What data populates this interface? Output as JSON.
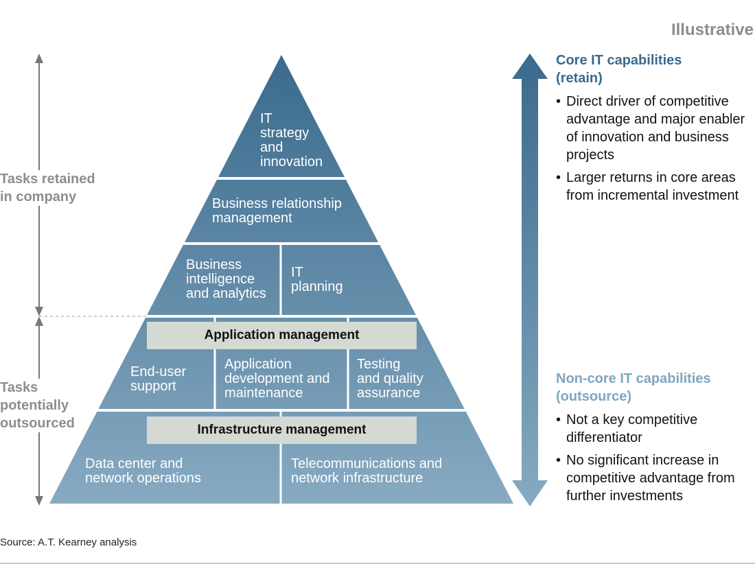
{
  "tag": "Illustrative",
  "side_labels": {
    "retained": [
      "Tasks retained",
      "in company"
    ],
    "outsourced": [
      "Tasks",
      "potentially",
      "outsourced"
    ]
  },
  "pyramid": {
    "tier1": [
      "IT",
      "strategy",
      "and",
      "innovation"
    ],
    "tier2": [
      "Business relationship",
      "management"
    ],
    "tier3_left": [
      "Business",
      "intelligence",
      "and analytics"
    ],
    "tier3_right": [
      "IT",
      "planning"
    ],
    "app_bar": "Application management",
    "tier4_left": [
      "End-user",
      "support"
    ],
    "tier4_mid": [
      "Application",
      "development and",
      "maintenance"
    ],
    "tier4_right": [
      "Testing",
      "and quality",
      "assurance"
    ],
    "infra_bar": "Infrastructure management",
    "tier5_left": [
      "Data center and",
      "network operations"
    ],
    "tier5_right": [
      "Telecommunications and",
      "network infrastructure"
    ]
  },
  "core": {
    "heading": [
      "Core IT capabilities",
      "(retain)"
    ],
    "bullets": [
      "Direct driver of competitive advantage and major enabler of innovation and business projects",
      "Larger returns in core areas from incremental investment"
    ]
  },
  "noncore": {
    "heading": [
      "Non-core IT capabilities",
      "(outsource)"
    ],
    "bullets": [
      "Not a key competitive differentiator",
      "No significant increase in competitive advantage from further investments"
    ]
  },
  "source": "Source: A.T. Kearney analysis",
  "colors": {
    "top": "#3a6a8d",
    "bottom": "#85a9c0",
    "bar_fill": "#d5d9d4",
    "core_heading": "#3a6a8d",
    "noncore_heading": "#7fa6c0",
    "side_gray": "#8d8d8d"
  }
}
